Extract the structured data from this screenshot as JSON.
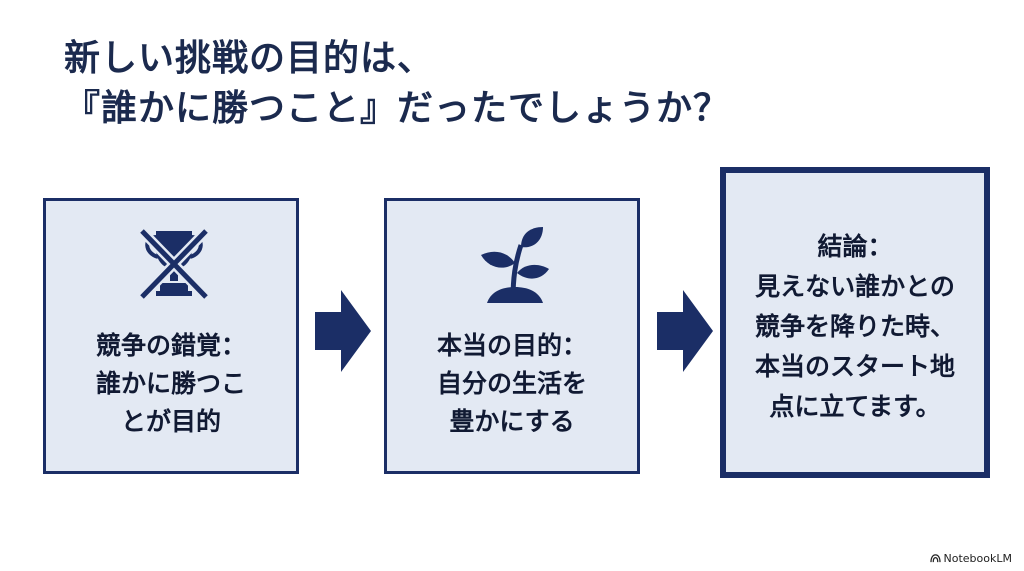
{
  "title": {
    "line1": "新しい挑戦の目的は、",
    "line2": "『誰かに勝つこと』だったでしょうか？"
  },
  "steps": [
    {
      "icon": "trophy-crossed-icon",
      "lines": [
        "競争の錯覚：",
        "誰かに勝つこ",
        "とが目的"
      ]
    },
    {
      "icon": "sprout-icon",
      "lines": [
        "本当の目的：",
        "自分の生活を",
        "豊かにする"
      ]
    },
    {
      "icon": "",
      "lines": [
        "結論：",
        "見えない誰かとの",
        "競争を降りた時、",
        "本当のスタート地",
        "点に立てます。"
      ]
    }
  ],
  "arrows": [
    "arrow-right-icon",
    "arrow-right-icon"
  ],
  "brand": {
    "label": "NotebookLM",
    "icon": "notebooklm-logo-icon"
  },
  "colors": {
    "navy": "#1b2e66",
    "box_fill": "#e3e9f3",
    "title": "#1b2a4e"
  }
}
